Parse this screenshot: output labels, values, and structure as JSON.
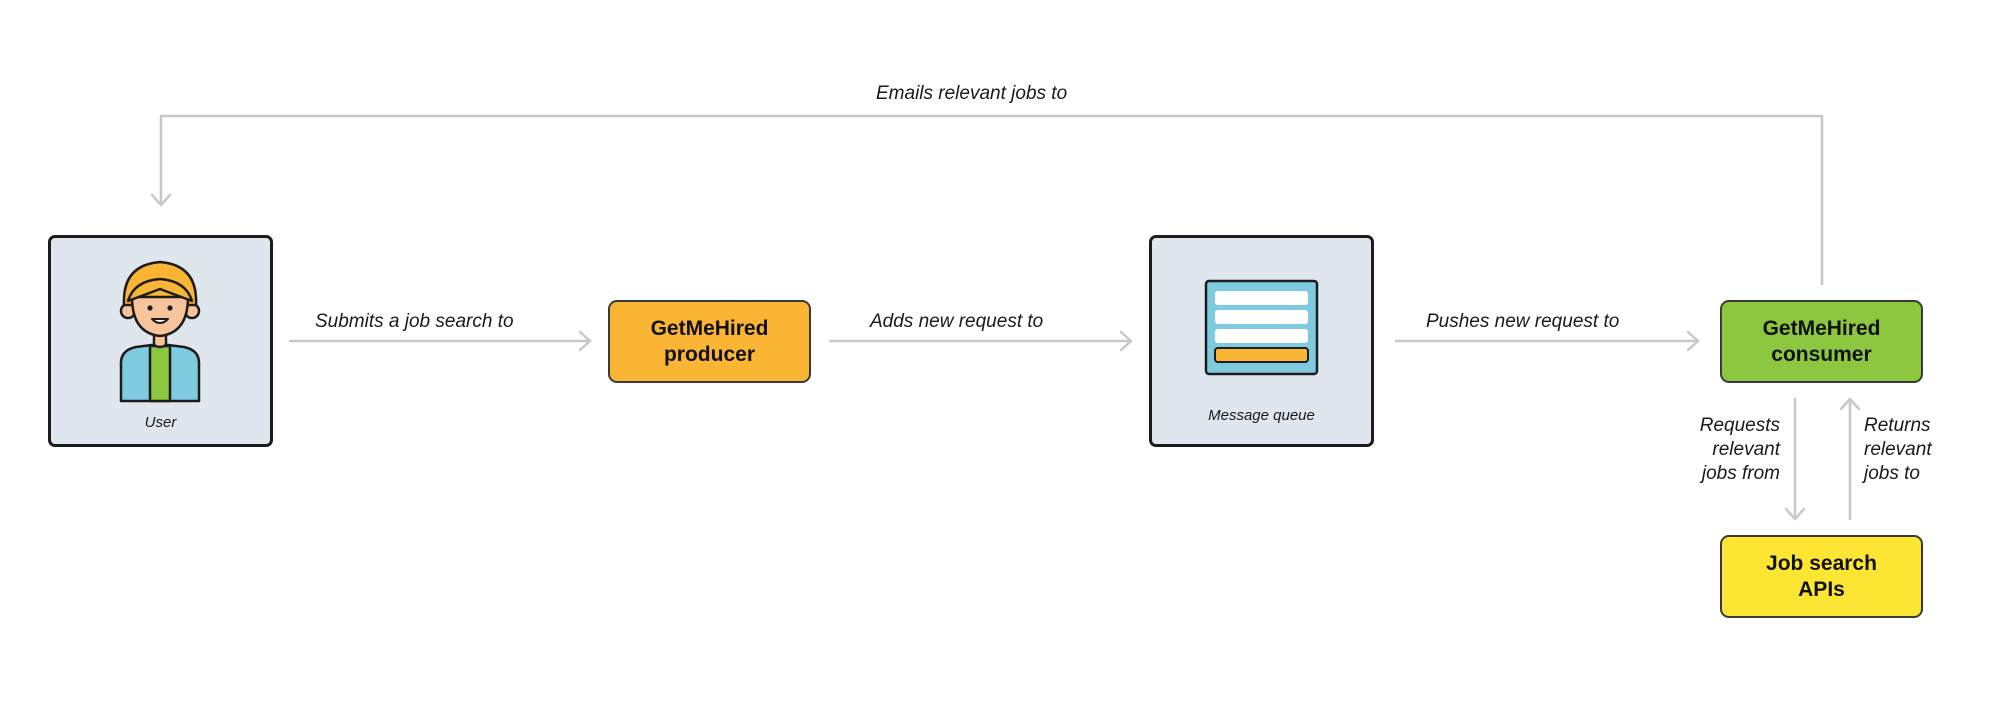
{
  "colors": {
    "card_background": "#dfe6ee",
    "producer_fill": "#fbb534",
    "consumer_fill": "#8dc63f",
    "apis_fill": "#fde633",
    "connector": "#c8c8c8",
    "skin": "#f6c39a",
    "hair": "#fbb534",
    "shirt": "#8dc63f",
    "jacket": "#7ecbe0",
    "queue_panel": "#7ecbe0",
    "queue_bar_accent": "#fbb534"
  },
  "nodes": {
    "user": {
      "caption": "User",
      "icon": "user-avatar-icon"
    },
    "producer": {
      "label": "GetMeHired\nproducer"
    },
    "queue": {
      "caption": "Message queue",
      "icon": "message-queue-icon"
    },
    "consumer": {
      "label": "GetMeHired\nconsumer"
    },
    "apis": {
      "label": "Job search\nAPIs"
    }
  },
  "edges": {
    "user_to_producer": "Submits a job search to",
    "producer_to_queue": "Adds new request to",
    "queue_to_consumer": "Pushes new request to",
    "consumer_to_user": "Emails relevant jobs to",
    "consumer_to_apis": "Requests\nrelevant\njobs from",
    "apis_to_consumer": "Returns\nrelevant\njobs to"
  }
}
